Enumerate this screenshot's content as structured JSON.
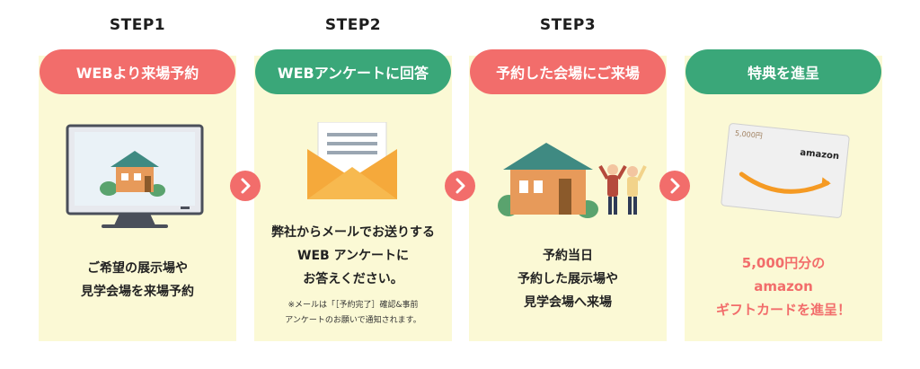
{
  "steps": [
    {
      "label": "STEP1",
      "pill": "WEBより来場予約",
      "desc": [
        "ご希望の展示場や",
        "見学会場を来場予約"
      ]
    },
    {
      "label": "STEP2",
      "pill": "WEBアンケートに回答",
      "desc": [
        "弊社からメールでお送りする",
        "WEB アンケートに",
        "お答えください。"
      ],
      "note": [
        "※メールは「［予約完了］確認&事前",
        "アンケートのお願いで通知されます。"
      ]
    },
    {
      "label": "STEP3",
      "pill": "予約した会場にご来場",
      "desc": [
        "予約当日",
        "予約した展示場や",
        "見学会場へ来場"
      ]
    },
    {
      "label": "",
      "pill": "特典を進呈",
      "desc": [
        "5,000円分の",
        "amazon",
        "ギフトカードを進呈！"
      ]
    }
  ],
  "giftcard": {
    "amount": "5,000円",
    "brand": "amazon"
  },
  "colors": {
    "pink": "#f26d6b",
    "green": "#3aa779",
    "card_bg": "#fbf9d5"
  },
  "icons": [
    "monitor-house-icon",
    "envelope-icon",
    "house-visitors-icon",
    "giftcard-icon",
    "chevron-right-icon"
  ]
}
